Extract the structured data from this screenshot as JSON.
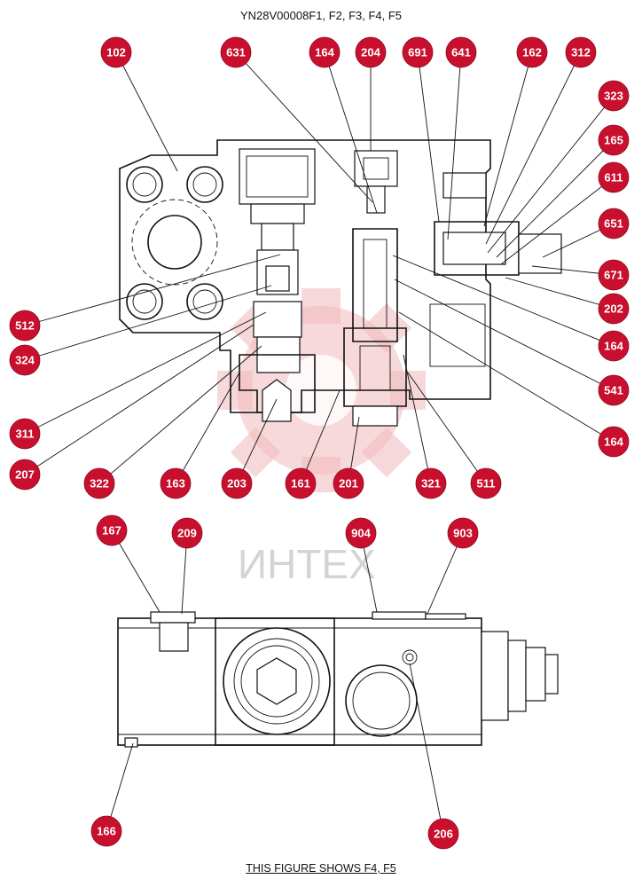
{
  "title": "YN28V00008F1, F2, F3, F4, F5",
  "caption": "THIS FIGURE SHOWS  F4, F5",
  "watermark": "ИНТЕХ",
  "part_labels": [
    "102",
    "631",
    "164",
    "204",
    "691",
    "641",
    "162",
    "312",
    "323",
    "165",
    "611",
    "651",
    "671",
    "202",
    "164",
    "541",
    "164",
    "512",
    "324",
    "311",
    "207",
    "322",
    "163",
    "203",
    "161",
    "201",
    "321",
    "511",
    "167",
    "209",
    "904",
    "903",
    "166",
    "206"
  ]
}
